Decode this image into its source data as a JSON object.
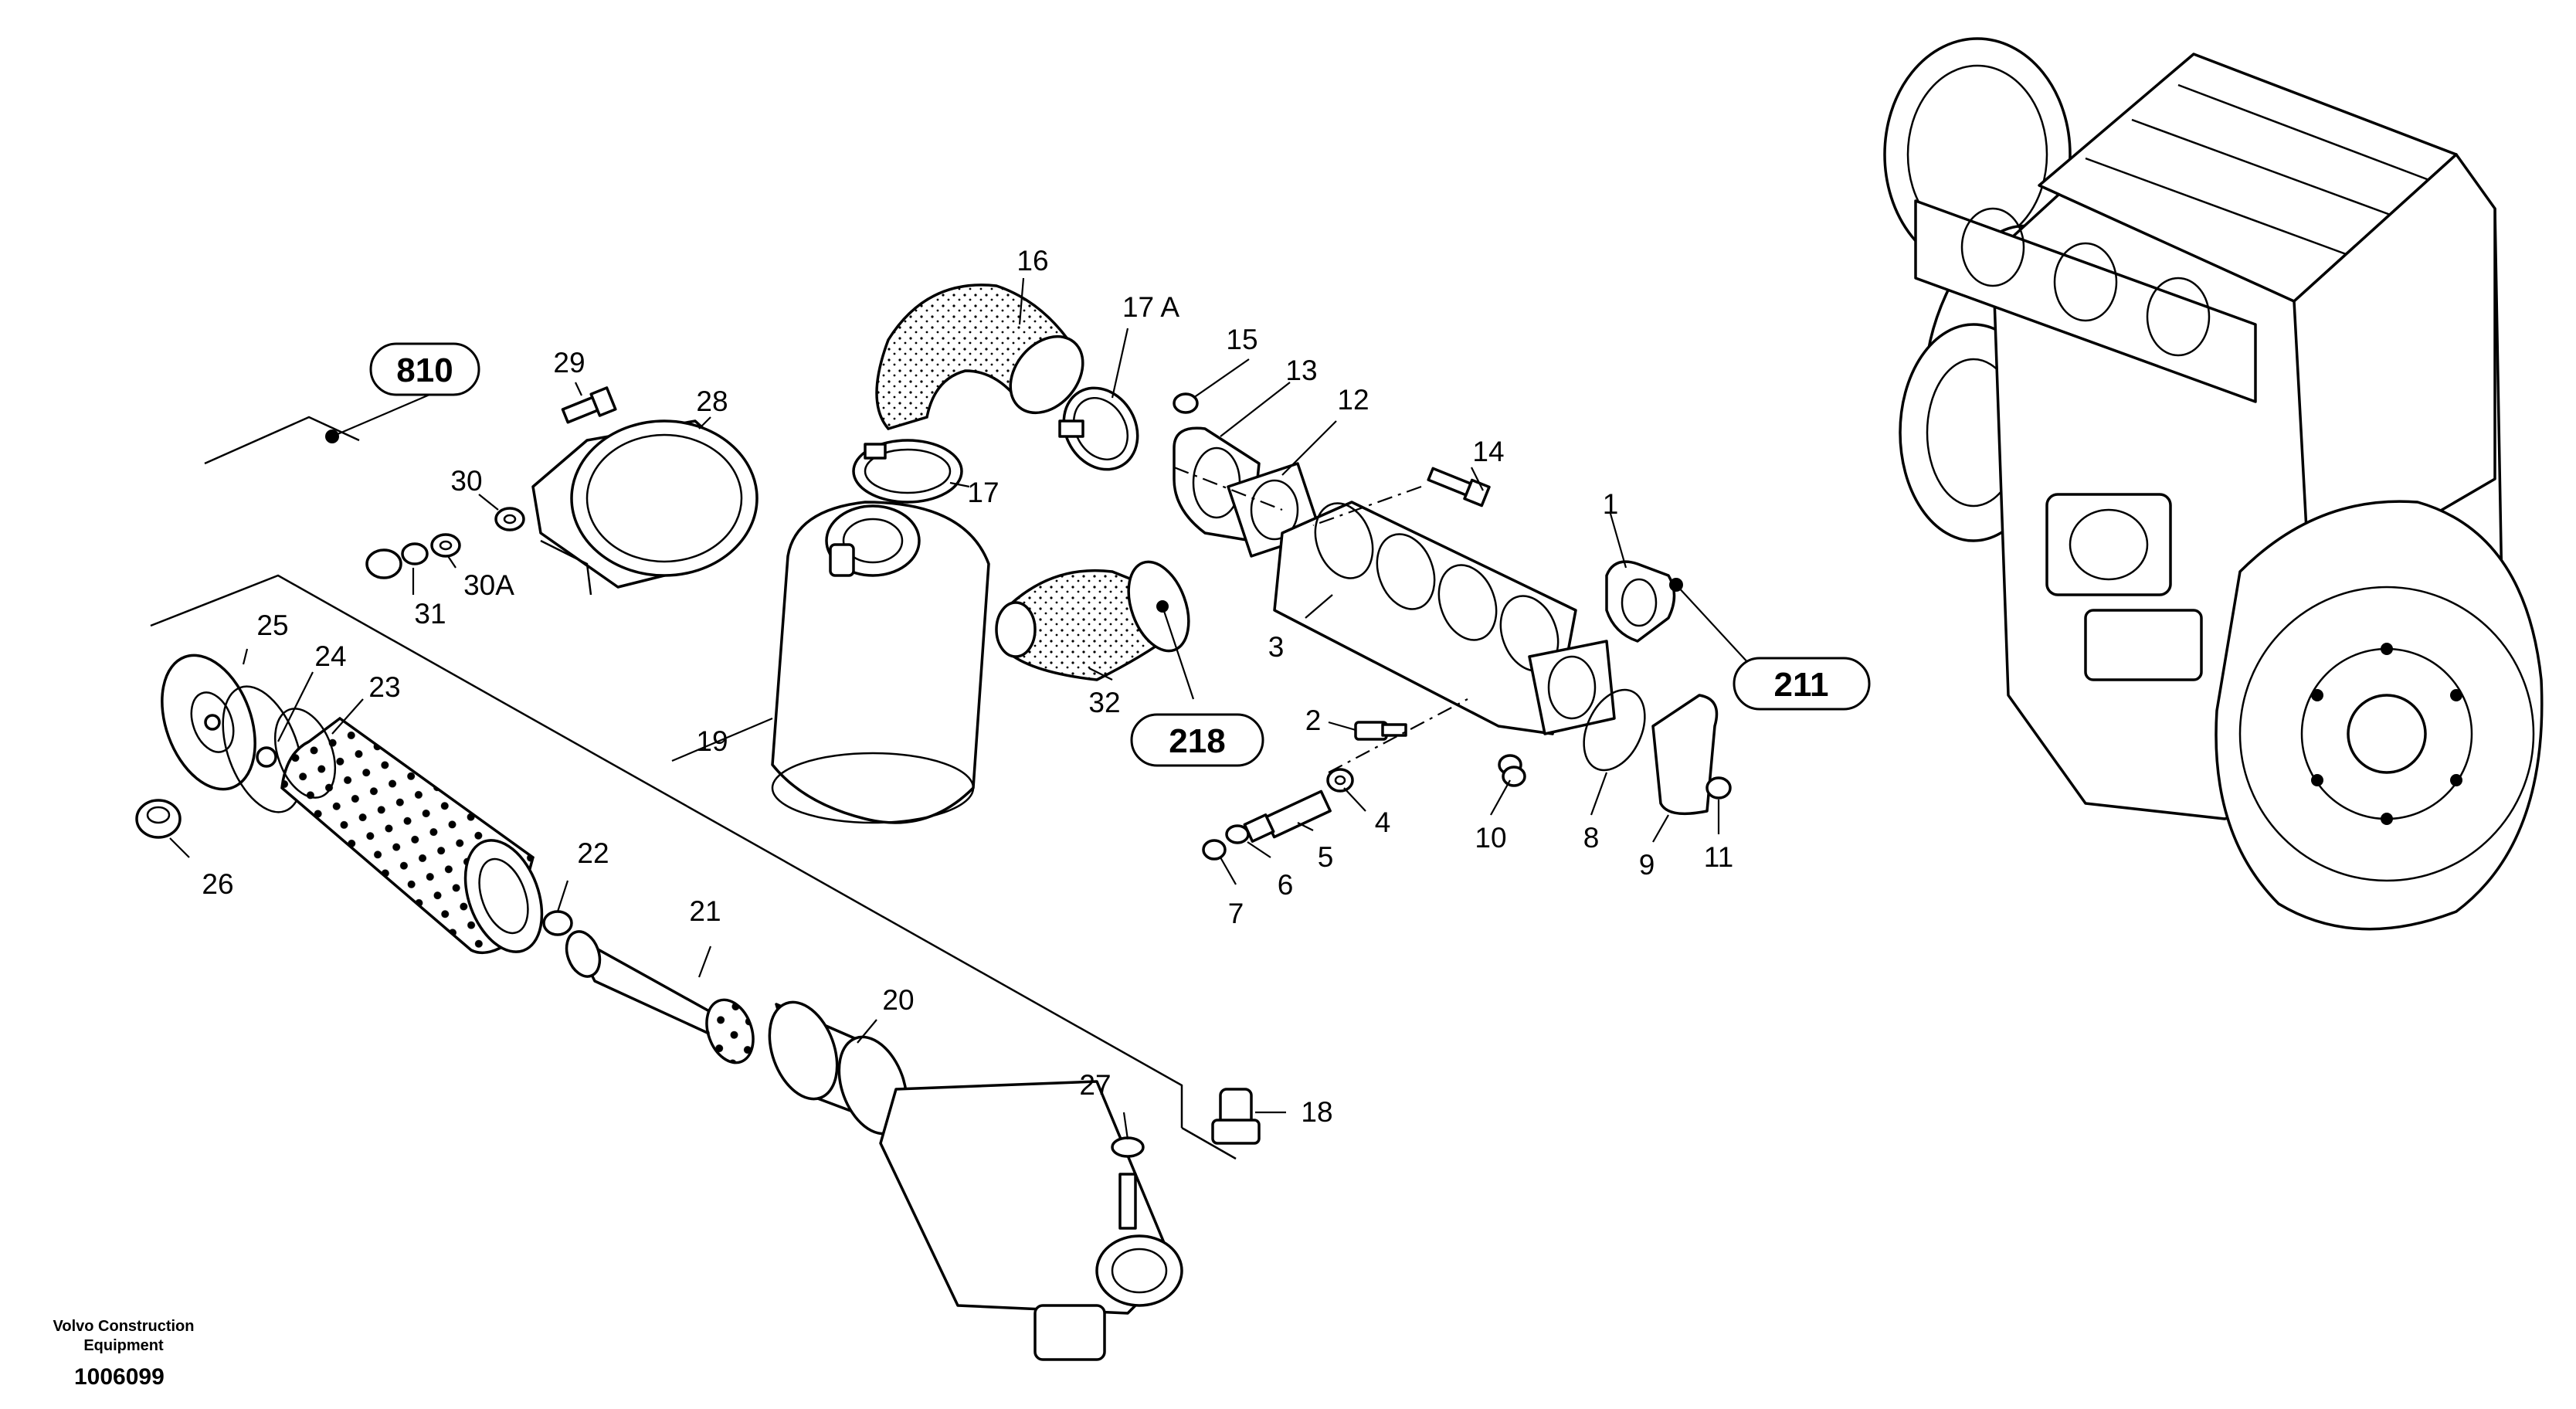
{
  "references": [
    {
      "id": "ref-810",
      "label": "810"
    },
    {
      "id": "ref-218",
      "label": "218"
    },
    {
      "id": "ref-211",
      "label": "211"
    }
  ],
  "callouts": [
    {
      "id": "1",
      "label": "1"
    },
    {
      "id": "2",
      "label": "2"
    },
    {
      "id": "3",
      "label": "3"
    },
    {
      "id": "4",
      "label": "4"
    },
    {
      "id": "5",
      "label": "5"
    },
    {
      "id": "6",
      "label": "6"
    },
    {
      "id": "7",
      "label": "7"
    },
    {
      "id": "8",
      "label": "8"
    },
    {
      "id": "9",
      "label": "9"
    },
    {
      "id": "10",
      "label": "10"
    },
    {
      "id": "11",
      "label": "11"
    },
    {
      "id": "12",
      "label": "12"
    },
    {
      "id": "13",
      "label": "13"
    },
    {
      "id": "14",
      "label": "14"
    },
    {
      "id": "15",
      "label": "15"
    },
    {
      "id": "16",
      "label": "16"
    },
    {
      "id": "17",
      "label": "17"
    },
    {
      "id": "17A",
      "label": "17 A"
    },
    {
      "id": "18",
      "label": "18"
    },
    {
      "id": "19",
      "label": "19"
    },
    {
      "id": "20",
      "label": "20"
    },
    {
      "id": "21",
      "label": "21"
    },
    {
      "id": "22",
      "label": "22"
    },
    {
      "id": "23",
      "label": "23"
    },
    {
      "id": "24",
      "label": "24"
    },
    {
      "id": "25",
      "label": "25"
    },
    {
      "id": "26",
      "label": "26"
    },
    {
      "id": "27",
      "label": "27"
    },
    {
      "id": "28",
      "label": "28"
    },
    {
      "id": "29",
      "label": "29"
    },
    {
      "id": "30",
      "label": "30"
    },
    {
      "id": "30A",
      "label": "30A"
    },
    {
      "id": "31",
      "label": "31"
    },
    {
      "id": "32",
      "label": "32"
    }
  ],
  "footer": {
    "company": "Volvo Construction Equipment",
    "code": "1006099"
  }
}
